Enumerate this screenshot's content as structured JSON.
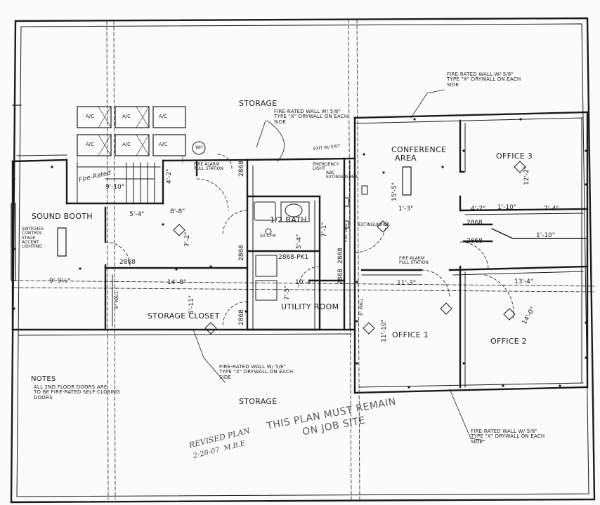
{
  "rooms": {
    "storage_top": "STORAGE",
    "storage_bottom": "STORAGE",
    "conference_line1": "CONFERENCE",
    "conference_line2": "AREA",
    "office_3": "OFFICE 3",
    "office_1": "OFFICE 1",
    "office_2": "OFFICE 2",
    "sound_booth": "SOUND BOOTH",
    "half_bath": "1/2 BATH",
    "storage_closet": "STORAGE CLOSET",
    "utility_room": "UTILITY ROOM"
  },
  "notes": {
    "fire_rated_wall": "FIRE-RATED WALL W/ 5/8\"\nTYPE \"X\" DRYWALL ON EACH\nSIDE",
    "notes_title": "NOTES",
    "notes_body": "ALL 2ND FLOOR DOORS ARE\nTO BE FIRE-RATED SELF-CLOSING\nDOORS",
    "switches": "SWITCHES\nCONTROL\nSTAGE\nACCENT\nLIGHTING",
    "fire_alarm": "FIRE ALARM\nPULL STATION",
    "emergency_light": "EMERGENCY\nLIGHT",
    "abc_ext": "ABC\nEXTINGUISHER",
    "exit_marker": "EXIT W/ EXIT",
    "fire_alarm_pull": "FIRE ALARM\nPULL STATION",
    "extinguisher": "EXTINGUISHER",
    "eight_wall": "8\" WALL",
    "rm_opg": "FIN. OPG.",
    "fire_label_stairs": "Fire-Rated",
    "wh": "WH",
    "fifty_cfm": "50-CFM"
  },
  "dimensions": {
    "d_9_10": "9'-10\"",
    "d_5_4": "5'-4\"",
    "d_8_8": "8'-8\"",
    "d_7_2": "7'-2\"",
    "d_4_2_left": "4'-2\"",
    "d_14_8": "14'-8\"",
    "d_9_9_5": "9'-9½\"",
    "d_5_11": "5'-11\"",
    "d_10_4": "10'-4\"",
    "d_7_5": "7'-5\"",
    "d_5_4_bath": "5'-4\"",
    "d_7_1": "7'-1\"",
    "d_15_5": "15'-5\"",
    "d_1_3": "1'-3\"",
    "d_4_2": "4'-2\"",
    "d_1_10": "1'-10\"",
    "d_7_4": "7'-4\"",
    "d_1_10b": "1'-10\"",
    "d_12_2": "12'-2\"",
    "d_11_3": "11'-3\"",
    "d_13_4": "13'-4\"",
    "d_11_10": "11'-10\"",
    "d_14_0": "14'-0\""
  },
  "doors": {
    "d2868_a": "2868",
    "d2868_b": "2868",
    "d2868_c": "2868",
    "d2868_d": "2868",
    "d2868_e": "2868",
    "d2868_f": "2868",
    "d2868_g": "2868",
    "d2868_pk": "2868-PK1"
  },
  "ac_units": [
    "A/C",
    "A/C",
    "A/C",
    "A/C",
    "A/C",
    "A/C"
  ],
  "stamps": {
    "job_site": "THIS PLAN MUST REMAIN\nON JOB SITE",
    "revised": "REVISED PLAN",
    "revised_date": "2-28-07  M.B.E"
  },
  "colors": {
    "ink": "#1a1a1a",
    "paper": "#fbfbfb",
    "stamp": "#5a5a5a"
  }
}
